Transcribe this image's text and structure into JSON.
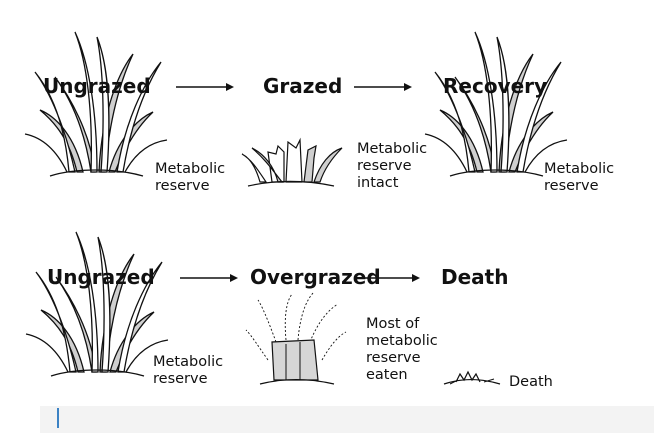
{
  "row1": {
    "stage1": "Ungrazed",
    "stage2": "Grazed",
    "stage3": "Recovery",
    "note1": "Metabolic\nreserve",
    "note2": "Metabolic\nreserve\nintact",
    "note3": "Metabolic\nreserve"
  },
  "row2": {
    "stage1": "Ungrazed",
    "stage2": "Overgrazed",
    "stage3": "Death",
    "note1": "Metabolic\nreserve",
    "note2": "Most of\nmetabolic\nreserve\neaten",
    "note3": "Death"
  },
  "icons": [
    "grass-clump-icon",
    "grazed-grass-icon",
    "arrow-right-icon",
    "dead-grass-icon"
  ],
  "colors": {
    "leaf_fill": "#cfcfcf",
    "stroke": "#111111",
    "accent": "#3b82c4"
  }
}
